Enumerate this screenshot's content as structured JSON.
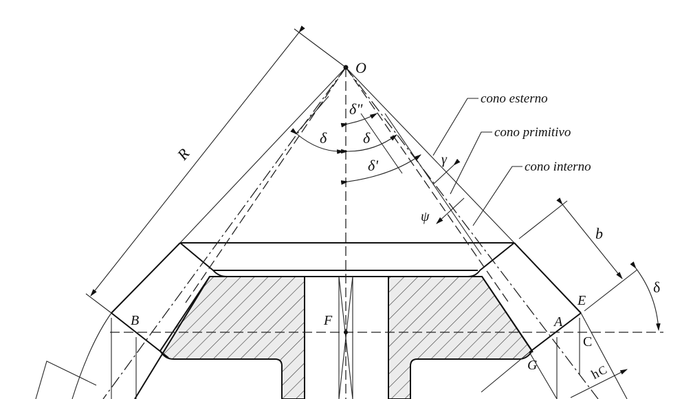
{
  "labels": {
    "apex": "O",
    "cone_distance": "R",
    "pitch_angle": "δ",
    "angle_d2": "δ\"",
    "angle_d1": "δ'",
    "addendum_angle": "γ",
    "dedendum_angle": "ψ",
    "outer_cone": "cono esterno",
    "pitch_cone": "cono primitivo",
    "inner_cone": "cono interno",
    "face_width": "b",
    "point_e": "E",
    "point_a": "A",
    "point_c": "C",
    "point_g": "G",
    "point_b": "B",
    "point_f": "F",
    "h_main": "h",
    "h_sub": "C"
  }
}
